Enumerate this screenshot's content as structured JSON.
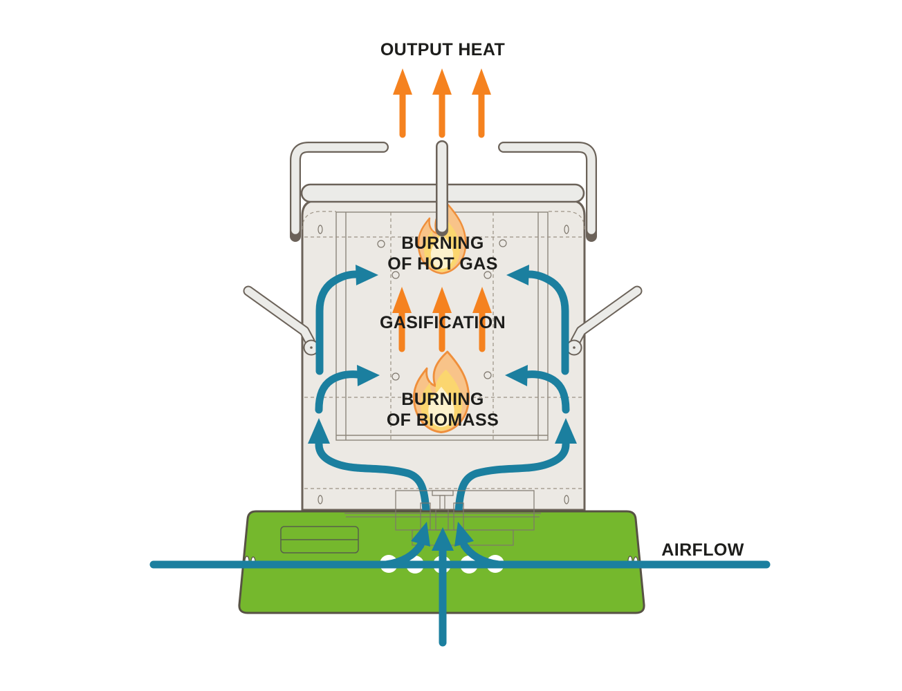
{
  "diagram": {
    "output_heat_label": "OUTPUT HEAT",
    "burning_hot_gas": {
      "line1": "BURNING",
      "line2": "OF HOT GAS"
    },
    "gasification_label": "GASIFICATION",
    "burning_biomass": {
      "line1": "BURNING",
      "line2": "OF BIOMASS"
    },
    "airflow_label": "AIRFLOW",
    "flow_sequence": [
      "AIRFLOW",
      "BURNING OF BIOMASS",
      "GASIFICATION",
      "BURNING OF HOT GAS",
      "OUTPUT HEAT"
    ],
    "colors": {
      "heat_arrow_orange": "#f5821f",
      "air_arrow_teal": "#1b7f9f",
      "base_green": "#75b82d",
      "base_outline": "#575244",
      "stove_fill": "#ece9e4",
      "stove_outline": "#6b6259",
      "metal_fill": "#ebebe8",
      "flame_outer": "#f8c389",
      "flame_mid": "#fbd66f",
      "flame_inner": "#fdf2cd",
      "text": "#1d1d1b"
    }
  }
}
